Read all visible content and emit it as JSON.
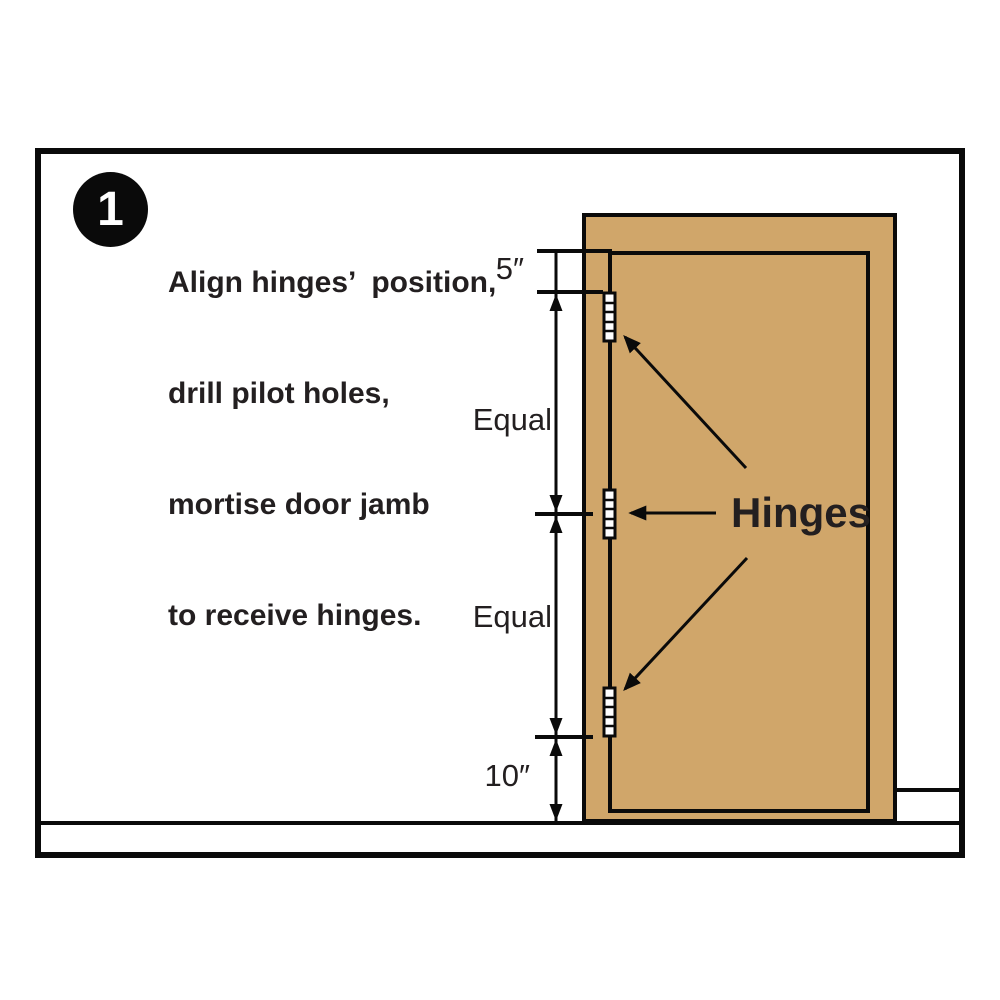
{
  "step": {
    "number": "1",
    "instructions": [
      "Align hinges’  position,",
      "drill pilot holes,",
      "mortise door jamb",
      "to receive hinges."
    ]
  },
  "labels": {
    "top_offset": "5″",
    "equal_upper": "Equal",
    "equal_lower": "Equal",
    "bottom_offset": "10″",
    "hinges": "Hinges"
  },
  "colors": {
    "door_wood": "#d0a66a",
    "line": "#0a0a0a",
    "text": "#231f20",
    "badge_bg": "#0a0a0a",
    "badge_text": "#ffffff"
  }
}
